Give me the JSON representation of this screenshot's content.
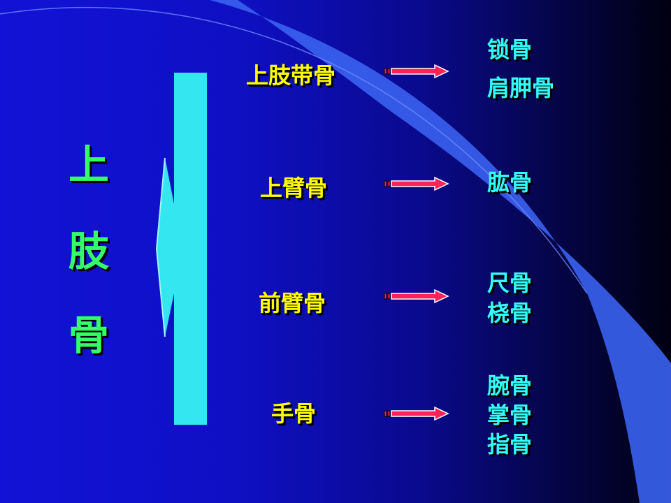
{
  "title_chars": [
    "上",
    "肢",
    "骨"
  ],
  "categories": [
    {
      "label": "上肢带骨",
      "bones": [
        "锁骨",
        "肩胛骨"
      ]
    },
    {
      "label": "上臂骨",
      "bones": [
        "肱骨"
      ]
    },
    {
      "label": "前臂骨",
      "bones": [
        "尺骨",
        "桡骨"
      ]
    },
    {
      "label": "手骨",
      "bones": [
        "腕骨",
        "掌骨",
        "指骨"
      ]
    }
  ],
  "colors": {
    "title": "#33ff66",
    "category": "#ffff00",
    "bone": "#33ffff",
    "bracket": "#33e6f0",
    "arrow": "#ff2255"
  }
}
